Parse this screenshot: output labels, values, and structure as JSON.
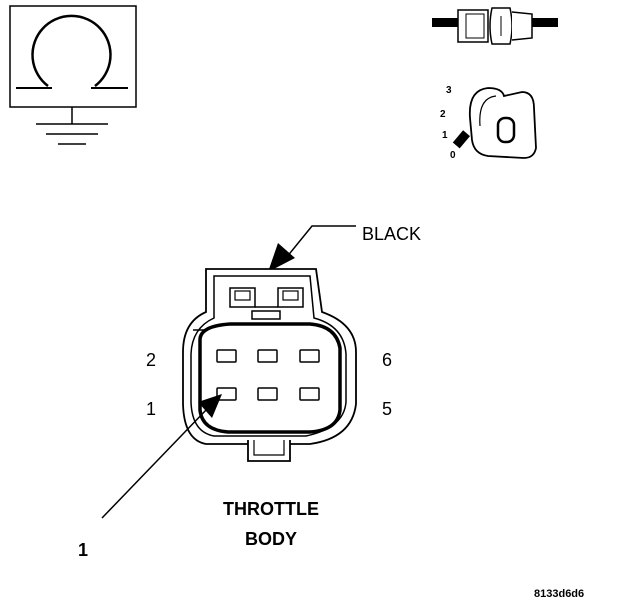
{
  "connector": {
    "color_label": "BLACK",
    "name_line1": "THROTTLE",
    "name_line2": "BODY",
    "callout_number": "1",
    "pin_labels": {
      "top_left": "2",
      "bottom_left": "1",
      "top_right": "6",
      "bottom_right": "5"
    }
  },
  "key_switch": {
    "positions": [
      "3",
      "2",
      "1",
      "0"
    ],
    "key_mark": "0"
  },
  "figure_code": "8133d6d6",
  "colors": {
    "ink": "#000000",
    "paper": "#ffffff"
  }
}
